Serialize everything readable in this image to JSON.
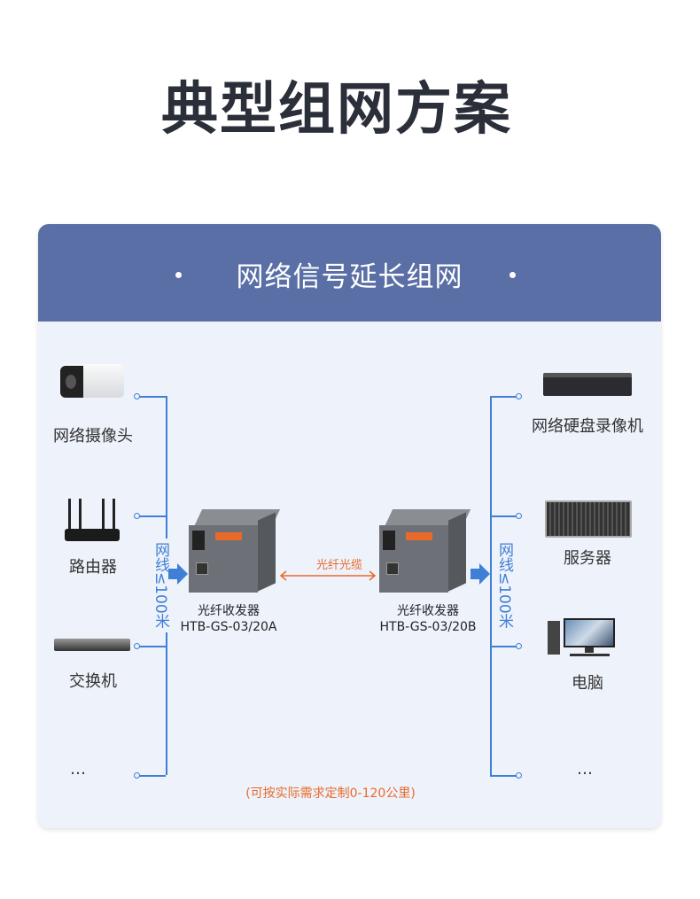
{
  "title": "典型组网方案",
  "section": {
    "title": "网络信号延长组网"
  },
  "left_devices": [
    {
      "label": "网络摄像头",
      "icon": "camera-icon"
    },
    {
      "label": "路由器",
      "icon": "router-icon"
    },
    {
      "label": "交换机",
      "icon": "switch-icon"
    },
    {
      "label": "…",
      "icon": ""
    }
  ],
  "right_devices": [
    {
      "label": "网络硬盘录像机",
      "icon": "nvr-icon"
    },
    {
      "label": "服务器",
      "icon": "server-icon"
    },
    {
      "label": "电脑",
      "icon": "computer-icon"
    },
    {
      "label": "…",
      "icon": ""
    }
  ],
  "cable_note": "网线≤100米",
  "fiber_label": "光纤光缆",
  "transceivers": [
    {
      "name": "光纤收发器",
      "model": "HTB-GS-03/20A"
    },
    {
      "name": "光纤收发器",
      "model": "HTB-GS-03/20B"
    }
  ],
  "footer_note": "(可按实际需求定制0-120公里)",
  "colors": {
    "band": "#5a6fa5",
    "line": "#3f7fd6",
    "accent": "#e86a2a"
  }
}
